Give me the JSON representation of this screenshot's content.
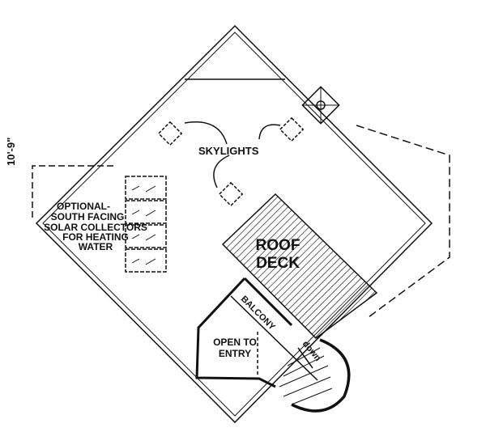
{
  "dimension": "10'-9\"",
  "labels": {
    "skylights": "SKYLIGHTS",
    "solar": [
      "OPTIONAL-",
      "SOUTH FACING",
      "SOLAR COLLECTORS",
      "FOR HEATING",
      "WATER"
    ],
    "roof_deck": [
      "ROOF",
      "DECK"
    ],
    "balcony": "BALCONY",
    "open_to_entry": [
      "OPEN TO",
      "ENTRY"
    ],
    "down": "down"
  }
}
